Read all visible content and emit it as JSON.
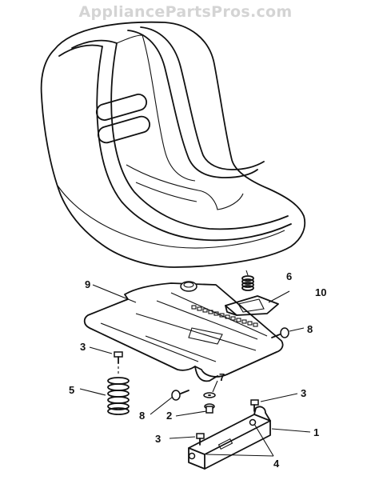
{
  "watermark": "AppliancePartsPros.com",
  "callouts": [
    {
      "id": "c1",
      "label": "1"
    },
    {
      "id": "c2",
      "label": "2"
    },
    {
      "id": "c3a",
      "label": "3"
    },
    {
      "id": "c3b",
      "label": "3"
    },
    {
      "id": "c3c",
      "label": "3"
    },
    {
      "id": "c4",
      "label": "4"
    },
    {
      "id": "c5",
      "label": "5"
    },
    {
      "id": "c6",
      "label": "6"
    },
    {
      "id": "c7",
      "label": "7"
    },
    {
      "id": "c8a",
      "label": "8"
    },
    {
      "id": "c8b",
      "label": "8"
    },
    {
      "id": "c9",
      "label": "9"
    },
    {
      "id": "c10",
      "label": "10"
    }
  ]
}
